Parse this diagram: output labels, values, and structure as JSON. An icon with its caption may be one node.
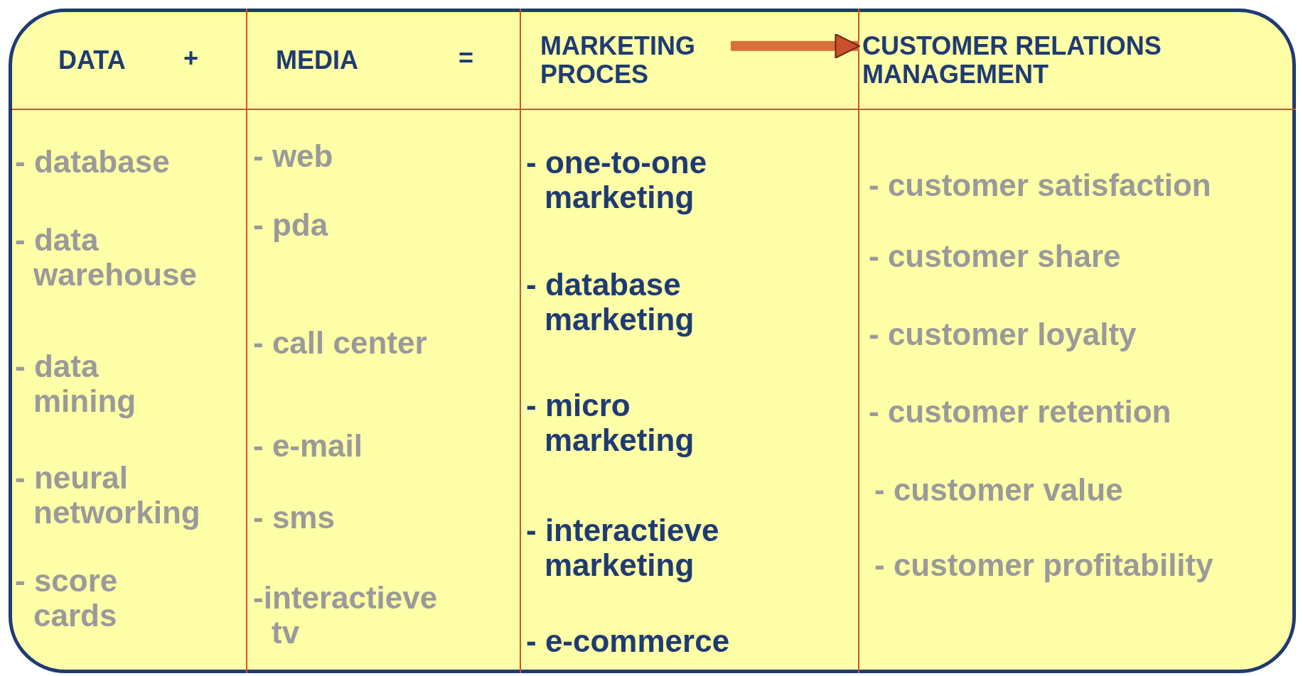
{
  "diagram": {
    "nodes": [
      {
        "text": [
          "MARKETING PROCES"
        ]
      },
      {
        "text": [
          "CUSTOMER RELATIONS MANAGEMENT"
        ]
      }
    ],
    "edges": [
      {
        "from": 0,
        "to": 1,
        "arrow": "to"
      }
    ],
    "labels": [
      "DATA",
      "+",
      "MEDIA",
      "=",
      "- database",
      "- data warehouse",
      "- data mining",
      "- neural networking",
      "- score cards",
      "- web",
      "- pda",
      "- call center",
      "- e-mail",
      "- sms",
      "-interactieve tv",
      "- one-to-one marketing",
      "- database marketing",
      "- micro marketing",
      "- interactieve marketing",
      "- e-commerce",
      "- customer satisfaction",
      "- customer share",
      "- customer loyalty",
      "- customer retention",
      "- customer value",
      "- customer profitability"
    ]
  }
}
